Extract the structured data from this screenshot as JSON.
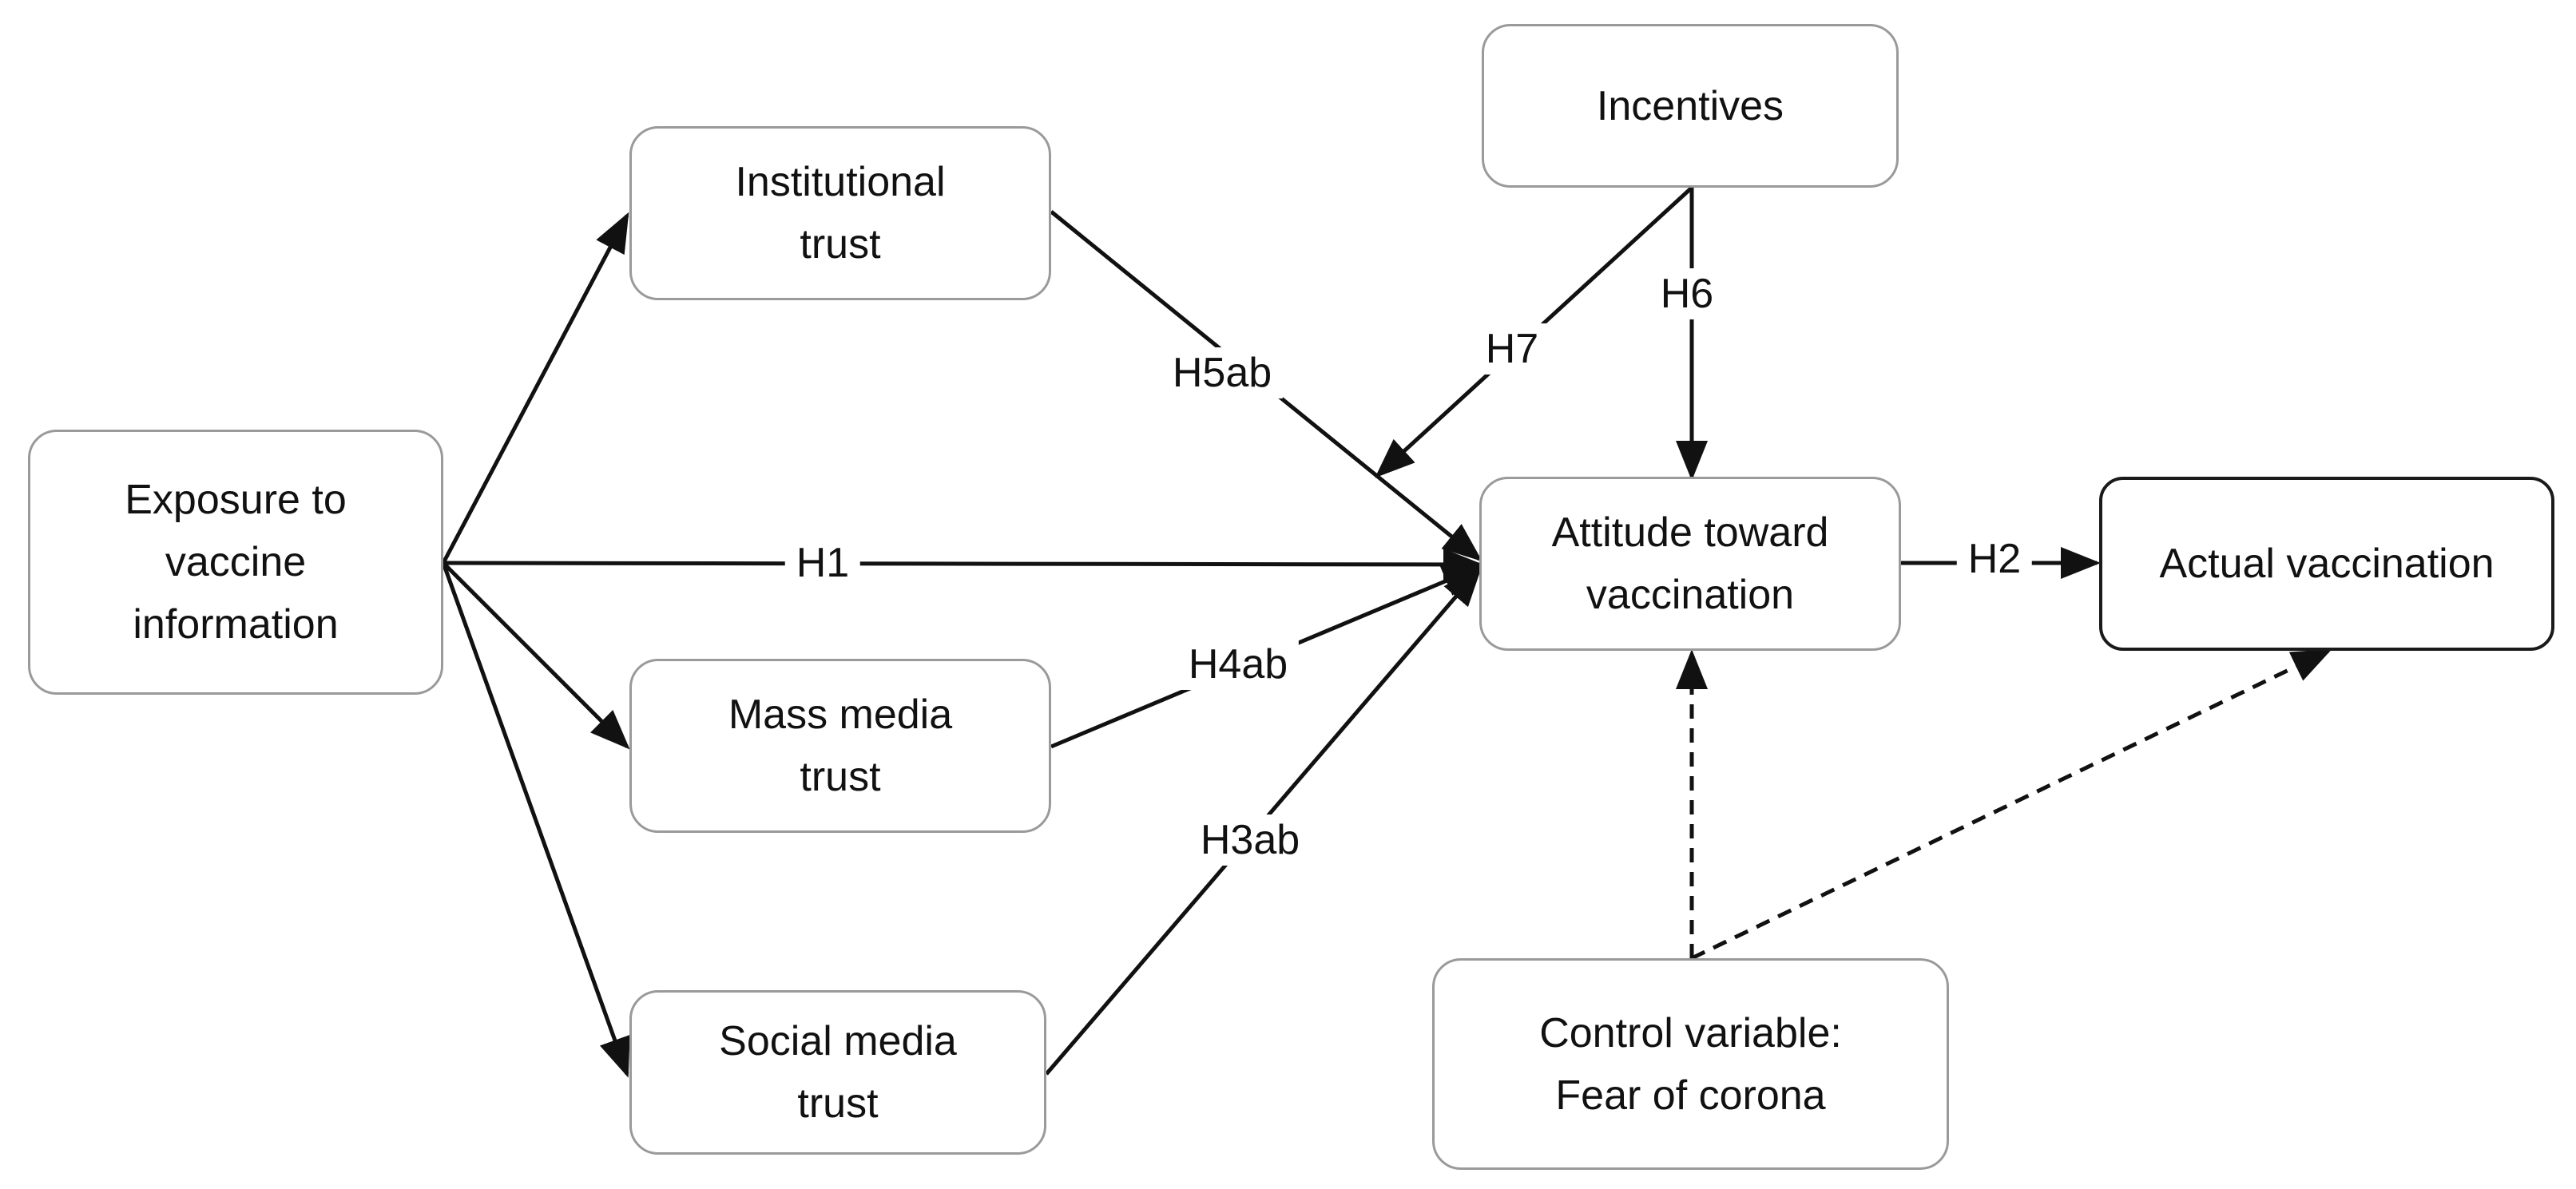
{
  "nodes": {
    "exposure": {
      "line1": "Exposure to",
      "line2": "vaccine",
      "line3": "information"
    },
    "institutional": {
      "line1": "Institutional",
      "line2": "trust"
    },
    "mass_media": {
      "line1": "Mass media",
      "line2": "trust"
    },
    "social_media": {
      "line1": "Social media",
      "line2": "trust"
    },
    "incentives": {
      "line1": "Incentives"
    },
    "attitude": {
      "line1": "Attitude toward",
      "line2": "vaccination"
    },
    "actual": {
      "line1": "Actual vaccination"
    },
    "control": {
      "line1": "Control variable:",
      "line2": "Fear of corona"
    }
  },
  "hypotheses": {
    "h1": "H1",
    "h2": "H2",
    "h3ab": "H3ab",
    "h4ab": "H4ab",
    "h5ab": "H5ab",
    "h6": "H6",
    "h7": "H7"
  }
}
